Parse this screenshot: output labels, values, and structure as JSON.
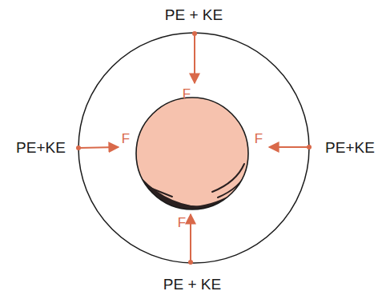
{
  "diagram": {
    "labels": [
      "PE + KE",
      "F",
      "PE+KE",
      "F",
      "F",
      "PE+KE",
      "F",
      "PE + KE"
    ]
  }
}
